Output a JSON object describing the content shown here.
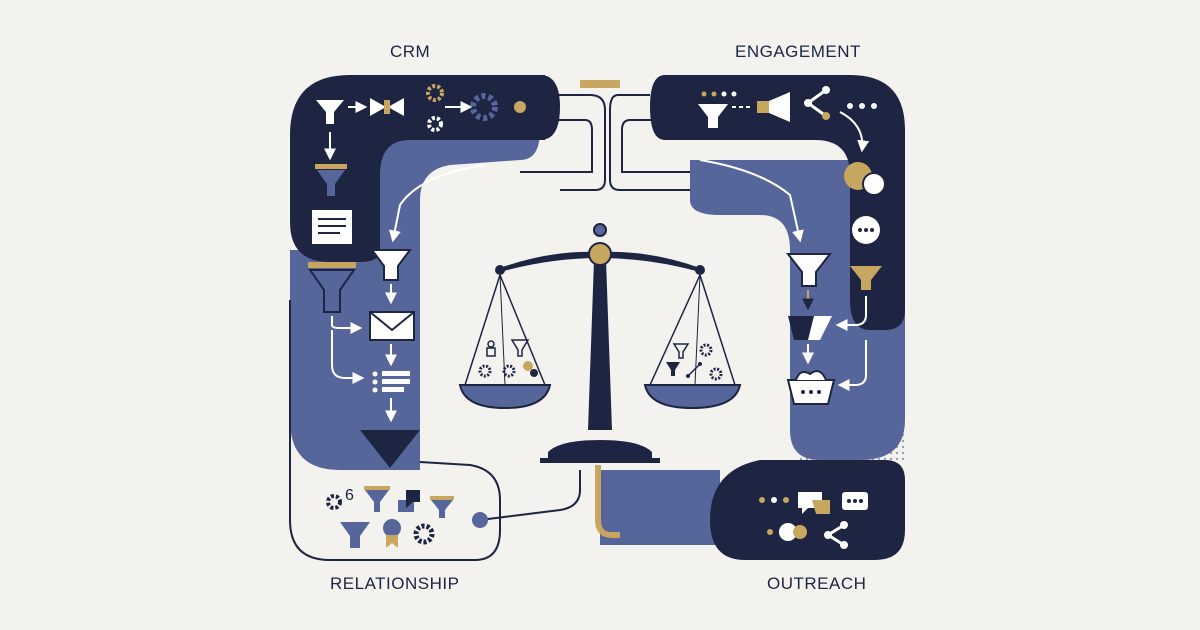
{
  "labels": {
    "crm": "CRM",
    "engagement": "ENGAGEMENT",
    "relationship": "RELATIONSHIP",
    "outreach": "OUTREACH"
  },
  "colors": {
    "background": "#f3f2ef",
    "navy": "#1d2542",
    "slate_blue": "#56669a",
    "gold": "#c7a660",
    "white": "#ffffff"
  },
  "icons": [
    "funnel-icon",
    "gear-icon",
    "document-icon",
    "list-icon",
    "chat-bubble-icon",
    "share-icon",
    "balance-scale-icon",
    "megaphone-icon"
  ]
}
